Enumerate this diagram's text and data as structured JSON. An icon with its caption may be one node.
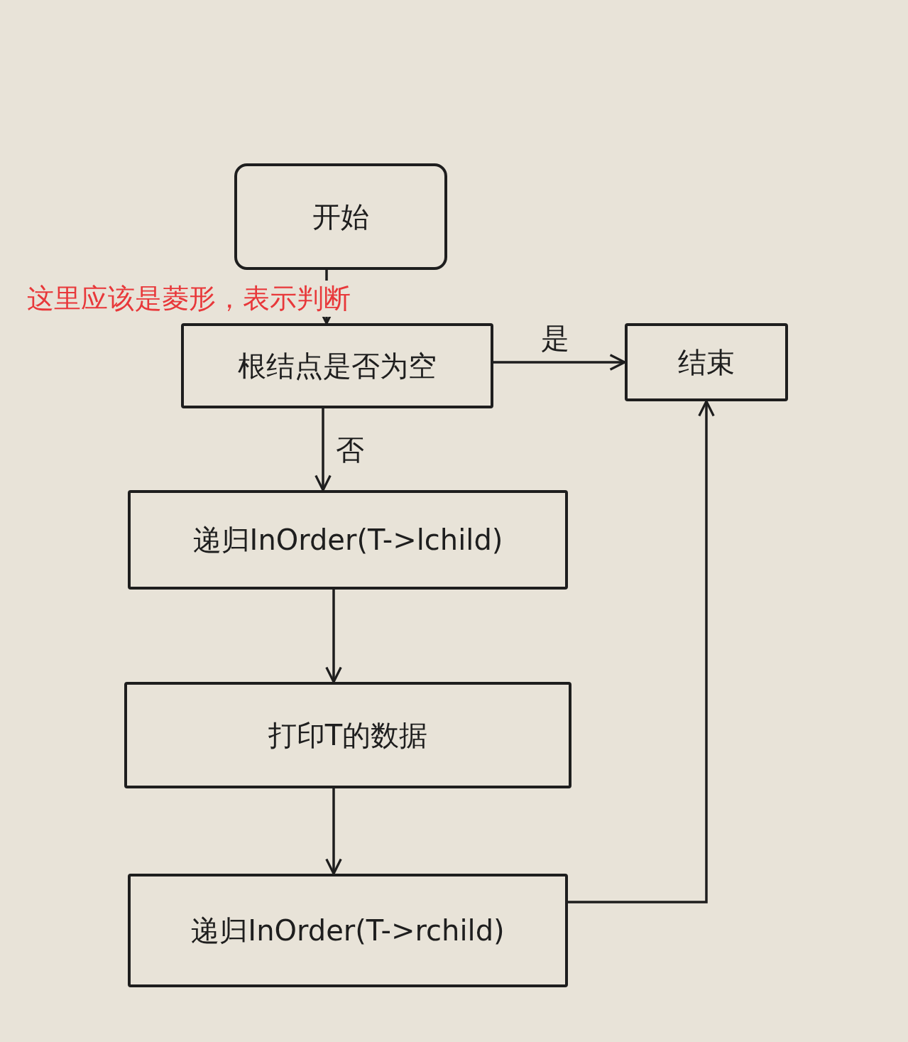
{
  "diagram": {
    "nodes": [
      {
        "text": [
          "开始"
        ]
      },
      {
        "text": [
          "根结点是否为空"
        ]
      },
      {
        "text": [
          "结束"
        ]
      },
      {
        "text": [
          "递归InOrder(T->lchild)"
        ]
      },
      {
        "text": [
          "打印T的数据"
        ]
      },
      {
        "text": [
          "递归InOrder(T->rchild)"
        ]
      }
    ],
    "edges": [
      {
        "from": 0,
        "to": 1,
        "arrow": "to"
      },
      {
        "from": 1,
        "to": 2,
        "arrow": "to",
        "label": "是"
      },
      {
        "from": 1,
        "to": 3,
        "arrow": "to",
        "label": "否"
      },
      {
        "from": 3,
        "to": 4,
        "arrow": "to"
      },
      {
        "from": 4,
        "to": 5,
        "arrow": "to"
      },
      {
        "from": 5,
        "to": 2,
        "arrow": "to"
      }
    ],
    "labels": [
      "这里应该是菱形，表示判断"
    ]
  }
}
